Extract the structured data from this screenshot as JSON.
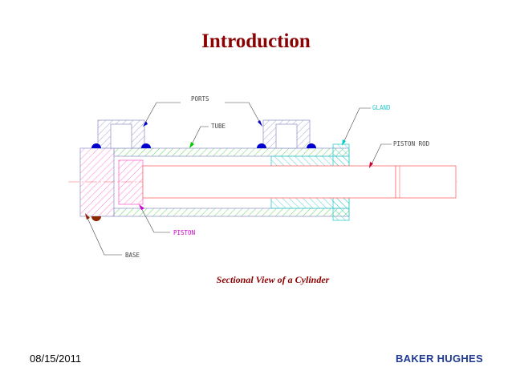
{
  "slide": {
    "title": "Introduction",
    "caption": "Sectional View of a Cylinder",
    "date": "08/15/2011",
    "company": "BAKER HUGHES"
  },
  "diagram": {
    "labels": {
      "ports": "PORTS",
      "gland": "GLAND",
      "tube": "TUBE",
      "piston_rod": "PISTON ROD",
      "piston": "PISTON",
      "base": "BASE"
    },
    "colors": {
      "ports": "#0000cc",
      "gland": "#00cccc",
      "tube": "#00cc00",
      "piston_rod": "#cc0033",
      "piston": "#cc00cc",
      "base": "#8b2500",
      "outline": "#9999cc"
    }
  }
}
